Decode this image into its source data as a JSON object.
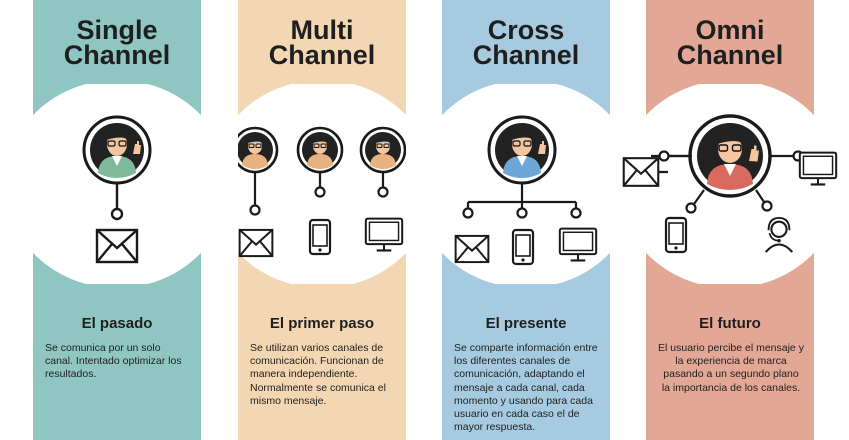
{
  "colors": {
    "single": "#8fc6c1",
    "multi": "#f3d6b2",
    "cross": "#a6cbe0",
    "omni": "#e2a795",
    "outline": "#1a1a1a",
    "shirt_single": "#7fb89a",
    "shirt_multi": "#e6b27f",
    "shirt_cross": "#6ea7d6",
    "shirt_omni": "#d86b5d"
  },
  "columns": [
    {
      "id": "single",
      "title_line1": "Single",
      "title_line2": "Channel",
      "subtitle": "El pasado",
      "description": "Se comunica por un solo canal. Intentado optimizar los resultados.",
      "channel_icons": [
        "mail-icon"
      ]
    },
    {
      "id": "multi",
      "title_line1": "Multi",
      "title_line2": "Channel",
      "subtitle": "El primer paso",
      "description": "Se utilizan varios canales de comunicación. Funcionan de manera independiente. Normalmente se comunica el mismo mensaje.",
      "channel_icons": [
        "mail-icon",
        "phone-icon",
        "monitor-icon"
      ]
    },
    {
      "id": "cross",
      "title_line1": "Cross",
      "title_line2": "Channel",
      "subtitle": "El presente",
      "description": "Se comparte información entre los diferentes canales de comunicación, adaptando el mensaje a cada canal, cada momento y usando para cada usuario en cada caso el de mayor respuesta.",
      "channel_icons": [
        "mail-icon",
        "phone-icon",
        "monitor-icon"
      ]
    },
    {
      "id": "omni",
      "title_line1": "Omni",
      "title_line2": "Channel",
      "subtitle": "El futuro",
      "description": "El usuario percibe el mensaje y la experiencia de marca pasando a un segundo plano la importancia de los canales.",
      "channel_icons": [
        "mail-icon",
        "monitor-icon",
        "phone-icon",
        "headset-icon"
      ]
    }
  ]
}
